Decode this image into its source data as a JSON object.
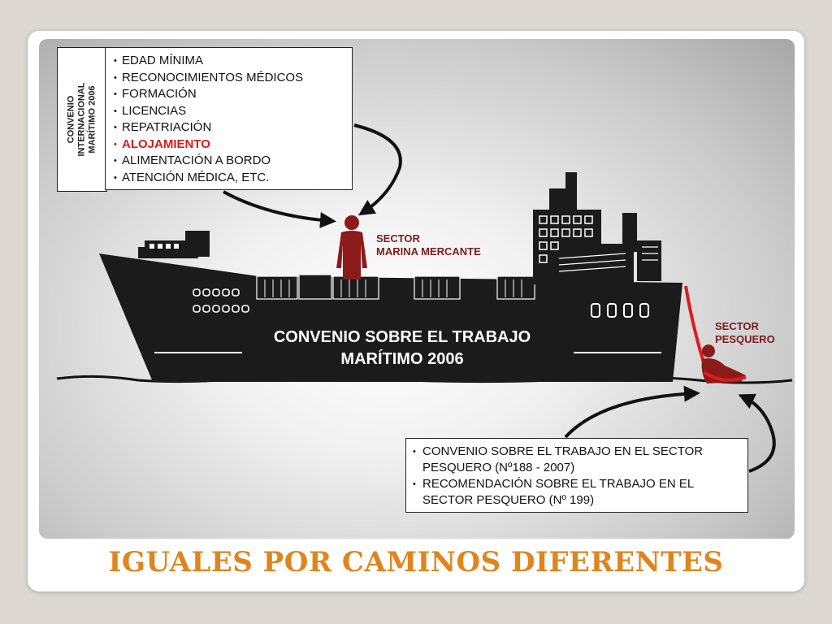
{
  "convention_box": {
    "line1": "CONVENIO",
    "line2": "INTERNACIONAL",
    "line3": "MARÍTIMO 2006"
  },
  "requirements": [
    {
      "text": "EDAD MÍNIMA",
      "highlight": false
    },
    {
      "text": "RECONOCIMIENTOS MÉDICOS",
      "highlight": false
    },
    {
      "text": "FORMACIÓN",
      "highlight": false
    },
    {
      "text": "LICENCIAS",
      "highlight": false
    },
    {
      "text": "REPATRIACIÓN",
      "highlight": false
    },
    {
      "text": "ALOJAMIENTO",
      "highlight": true
    },
    {
      "text": "ALIMENTACIÓN A BORDO",
      "highlight": false
    },
    {
      "text": "ATENCIÓN MÉDICA, ETC.",
      "highlight": false
    }
  ],
  "merchant_label": {
    "line1": "SECTOR",
    "line2": "MARINA MERCANTE"
  },
  "fishing_label": {
    "line1": "SECTOR",
    "line2": "PESQUERO"
  },
  "ship_text": {
    "line1": "CONVENIO SOBRE EL TRABAJO",
    "line2": "MARÍTIMO 2006"
  },
  "fishing_items": [
    "CONVENIO SOBRE EL TRABAJO EN EL SECTOR PESQUERO (Nº188  -  2007)",
    "RECOMENDACIÓN SOBRE EL TRABAJO EN EL SECTOR PESQUERO (Nº 199)"
  ],
  "footer_title": "IGUALES POR CAMINOS DIFERENTES",
  "colors": {
    "accent_red": "#d31e1e",
    "figure_red": "#8b1a1a",
    "ship": "#1b1b1b",
    "footer": "#e0851d"
  }
}
